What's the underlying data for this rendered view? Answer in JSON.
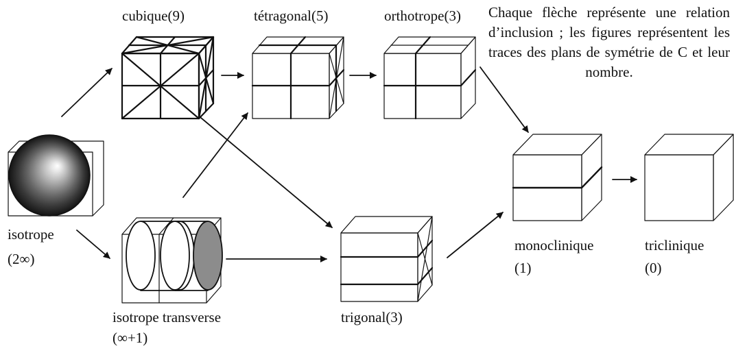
{
  "labels": {
    "cubic": "cubique(9)",
    "tetragonal": "tétragonal(5)",
    "orthotropic": "orthotrope(3)",
    "isotropic_line1": "isotrope",
    "isotropic_line2": "(2∞)",
    "transverse_line1": "isotrope transverse",
    "transverse_line2": "(∞+1)",
    "trigonal": "trigonal(3)",
    "monoclinic_line1": "monoclinique",
    "monoclinic_line2": "(1)",
    "triclinic_line1": "triclinique",
    "triclinic_line2": "(0)"
  },
  "caption": "Chaque flèche représente une relation d’inclusion ; les figures représentent les traces des plans de symétrie de C et leur nombre.",
  "colors": {
    "line": "#111111",
    "sphere_center": "#ffffff",
    "sphere_edge": "#111111",
    "cylinder_end": "#8c8c8c",
    "background": "#ffffff"
  }
}
